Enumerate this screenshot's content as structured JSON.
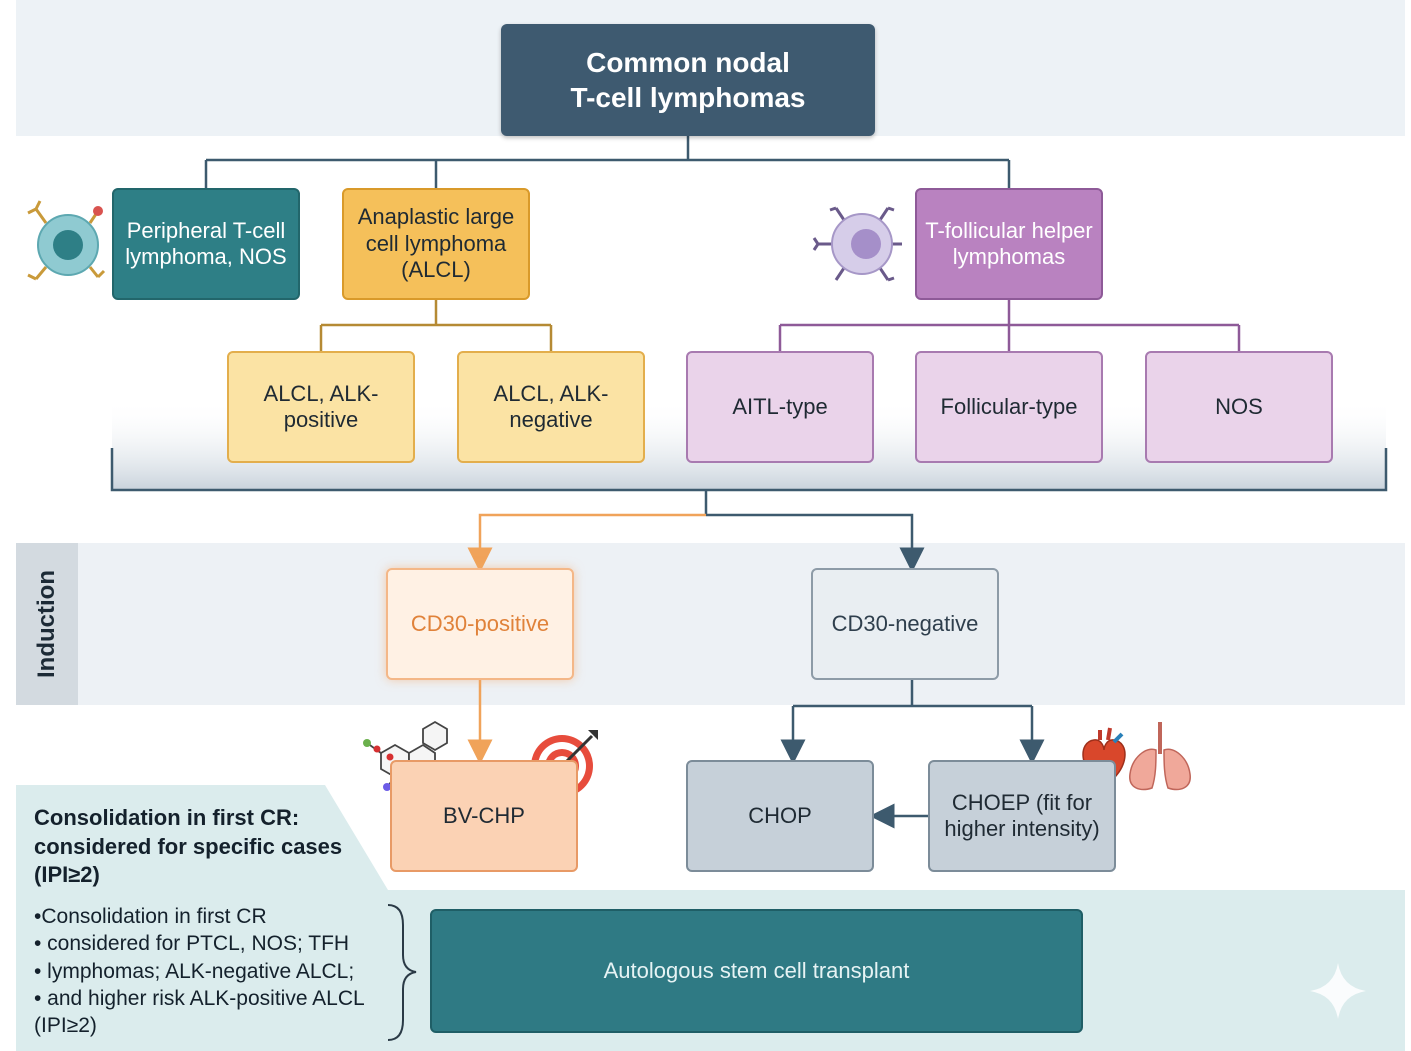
{
  "title": {
    "line1": "Common nodal",
    "line2": "T-cell lymphomas"
  },
  "categories": {
    "ptcl": "Peripheral T-cell lymphoma, NOS",
    "alcl": "Anaplastic large cell lymphoma (ALCL)",
    "tfh": "T-follicular helper lymphomas"
  },
  "alcl_subtypes": [
    "ALCL, ALK-positive",
    "ALCL, ALK-negative"
  ],
  "tfh_subtypes": [
    "AITL-type",
    "Follicular-type",
    "NOS"
  ],
  "induction": {
    "label": "Induction",
    "cd30_positive": "CD30-positive",
    "cd30_negative": "CD30-negative",
    "regimen_pos": "BV-CHP",
    "regimen_chop": "CHOP",
    "regimen_choep": "CHOEP (fit for higher intensity)"
  },
  "consolidation": {
    "title": "Consolidation in first CR: considered for specific cases (IPI≥2)",
    "bullets": [
      "•Consolidation in first CR",
      "•  considered for PTCL, NOS; TFH",
      "• lymphomas; ALK-negative ALCL;",
      "• and higher risk ALK-positive ALCL",
      "(IPI≥2)"
    ],
    "transplant": "Autologous stem cell transplant"
  },
  "colors": {
    "teal": "#2e7f86",
    "orange": "#f5c05a",
    "purple": "#b982c0",
    "cd30_positive_arrow": "#f0a35a",
    "navy_connector": "#3d5a6e"
  },
  "icons": [
    "t-cell-icon",
    "tfh-cell-icon",
    "molecule-icon",
    "target-icon",
    "heart-icon",
    "lungs-icon",
    "sparkle-icon"
  ]
}
